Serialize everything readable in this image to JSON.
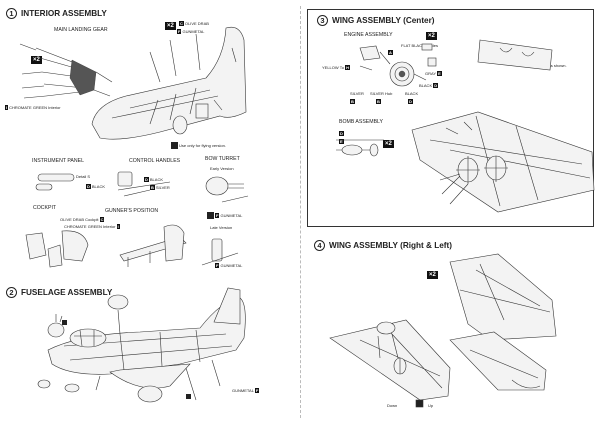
{
  "sections": {
    "s1": {
      "num": "1",
      "title": "INTERIOR ASSEMBLY"
    },
    "s2": {
      "num": "2",
      "title": "FUSELAGE ASSEMBLY"
    },
    "s3": {
      "num": "3",
      "title": "WING ASSEMBLY (Center)"
    },
    "s4": {
      "num": "4",
      "title": "WING ASSEMBLY (Right & Left)"
    }
  },
  "interior": {
    "landing_gear": "MAIN LANDING GEAR",
    "olive_drab": "OLIVE DRAB",
    "gunmetal": "GUNMETAL",
    "chromate": "CHROMATE GREEN Interior",
    "flying_note": "Use only for flying version.",
    "instrument_panel": "INSTRUMENT PANEL",
    "control_handles": "CONTROL HANDLES",
    "bow_turret": "BOW TURRET",
    "early_version": "Early Version",
    "late_version": "Late Version",
    "cockpit": "COCKPIT",
    "gunners_position": "GUNNER'S POSITION",
    "detail_s": "Detail S",
    "black": "BLACK",
    "silver": "SILVER",
    "olive_drab_cockpit": "OLIVE DRAB Cockpit",
    "chromate_interior": "CHROMATE GREEN Interior",
    "gunmetal2": "GUNMETAL",
    "gunmetal3": "GUNMETAL"
  },
  "fuselage": {
    "gunmetal": "GUNMETAL"
  },
  "wing_center": {
    "engine_assembly": "ENGINE ASSEMBLY",
    "flat_black": "FLAT BLACK Blades",
    "yellow_to": "YELLOW To",
    "silver": "SILVER",
    "silver_hub": "SILVER Hub",
    "black": "BLACK",
    "gray": "GRAY",
    "bomb_assembly": "BOMB ASSEMBLY",
    "open_holes": "Open holes as shown."
  },
  "wing_rl": {
    "down": "Down",
    "up": "Up"
  },
  "badges": {
    "x2": "×2",
    "b_a": "A",
    "b_b": "B",
    "b_c": "C",
    "b_d": "D",
    "b_e": "E",
    "b_f": "F",
    "b_g": "G",
    "b_h": "H",
    "b_i": "I"
  }
}
